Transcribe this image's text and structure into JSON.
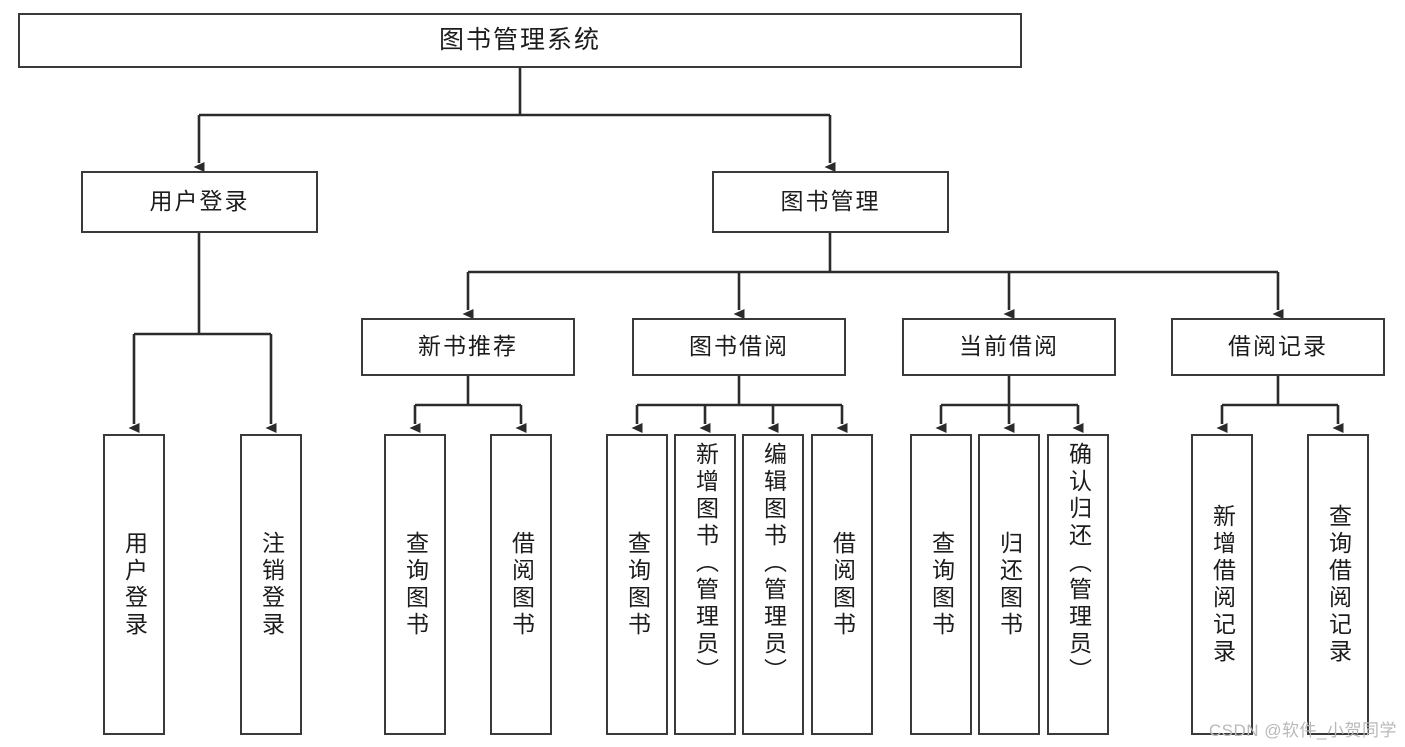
{
  "diagram": {
    "title": "图书管理系统",
    "type": "hierarchy-tree",
    "watermark": "CSDN @软件_小贺同学",
    "colors": {
      "box_border": "#3a3a3a",
      "box_fill": "#ffffff",
      "connector": "#2b2b2b",
      "text": "#1c1c1c",
      "watermark": "#b9b9b9",
      "background": "#ffffff"
    },
    "nodes": {
      "root": {
        "label": "图书管理系统"
      },
      "level1": [
        {
          "id": "user-login",
          "label": "用户登录"
        },
        {
          "id": "book-manage",
          "label": "图书管理"
        }
      ],
      "level2": [
        {
          "id": "new-book-rec",
          "label": "新书推荐"
        },
        {
          "id": "book-borrow",
          "label": "图书借阅"
        },
        {
          "id": "current-borrow",
          "label": "当前借阅"
        },
        {
          "id": "borrow-record",
          "label": "借阅记录"
        }
      ],
      "leaves": {
        "user_login": [
          {
            "id": "leaf-user-login",
            "label": "用户登录"
          },
          {
            "id": "leaf-logout",
            "label": "注销登录"
          }
        ],
        "new_book_rec": [
          {
            "id": "leaf-query-book-1",
            "label": "查询图书"
          },
          {
            "id": "leaf-borrow-book-1",
            "label": "借阅图书"
          }
        ],
        "book_borrow": [
          {
            "id": "leaf-query-book-2",
            "label": "查询图书"
          },
          {
            "id": "leaf-add-book",
            "label": "新增图书（管理员）"
          },
          {
            "id": "leaf-edit-book",
            "label": "编辑图书（管理员）"
          },
          {
            "id": "leaf-borrow-book-2",
            "label": "借阅图书"
          }
        ],
        "current_borrow": [
          {
            "id": "leaf-query-book-3",
            "label": "查询图书"
          },
          {
            "id": "leaf-return-book",
            "label": "归还图书"
          },
          {
            "id": "leaf-confirm-return",
            "label": "确认归还（管理员）"
          }
        ],
        "borrow_record": [
          {
            "id": "leaf-add-record",
            "label": "新增借阅记录"
          },
          {
            "id": "leaf-query-record",
            "label": "查询借阅记录"
          }
        ]
      }
    }
  }
}
